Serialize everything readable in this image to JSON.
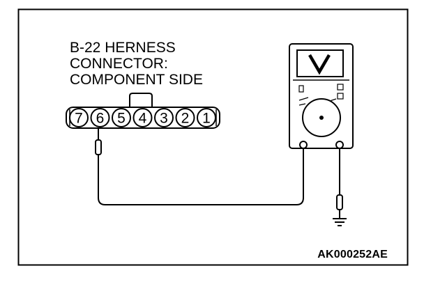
{
  "diagram": {
    "title_lines": [
      "B-22 HERNESS",
      "CONNECTOR:",
      "COMPONENT SIDE"
    ],
    "figure_code": "AK000252AE",
    "connector": {
      "pins": [
        "7",
        "6",
        "5",
        "4",
        "3",
        "2",
        "1"
      ],
      "probed_pin": "6"
    },
    "meter": {
      "mode_symbol": "V",
      "mode_icon": "voltmeter-v-icon"
    },
    "ground_icon": "ground-symbol-icon"
  }
}
